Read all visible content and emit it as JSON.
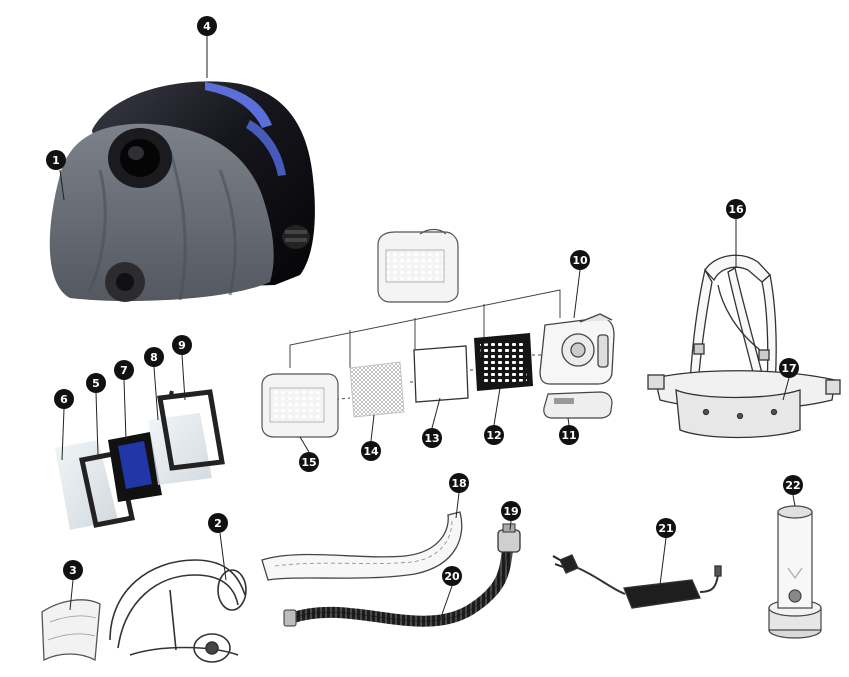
{
  "colors": {
    "callout_fill": "#111111",
    "callout_text": "#ffffff",
    "line_art": "#444444",
    "helmet_shell": "#15151c",
    "helmet_accent": "#5a6fd8",
    "hood_fabric": "#6e737c",
    "lens_blue": "#2236a8"
  },
  "parts": [
    {
      "number": "1",
      "icon": "hood-icon"
    },
    {
      "number": "2",
      "icon": "headgear-icon"
    },
    {
      "number": "3",
      "icon": "sweatband-icon"
    },
    {
      "number": "4",
      "icon": "helmet-shell-icon"
    },
    {
      "number": "5",
      "icon": "gasket-frame-icon"
    },
    {
      "number": "6",
      "icon": "outer-cover-lens-icon"
    },
    {
      "number": "7",
      "icon": "auto-darkening-filter-icon"
    },
    {
      "number": "8",
      "icon": "inner-cover-lens-icon"
    },
    {
      "number": "9",
      "icon": "lens-holder-icon"
    },
    {
      "number": "10",
      "icon": "blower-unit-icon"
    },
    {
      "number": "11",
      "icon": "battery-icon"
    },
    {
      "number": "12",
      "icon": "particle-filter-icon"
    },
    {
      "number": "13",
      "icon": "pre-filter-icon"
    },
    {
      "number": "14",
      "icon": "spark-arrestor-icon"
    },
    {
      "number": "15",
      "icon": "filter-cover-icon"
    },
    {
      "number": "16",
      "icon": "shoulder-harness-icon"
    },
    {
      "number": "17",
      "icon": "waist-belt-icon"
    },
    {
      "number": "18",
      "icon": "hose-cover-icon"
    },
    {
      "number": "19",
      "icon": "hose-connector-icon"
    },
    {
      "number": "20",
      "icon": "breathing-tube-icon"
    },
    {
      "number": "21",
      "icon": "battery-charger-icon"
    },
    {
      "number": "22",
      "icon": "airflow-indicator-icon"
    }
  ]
}
